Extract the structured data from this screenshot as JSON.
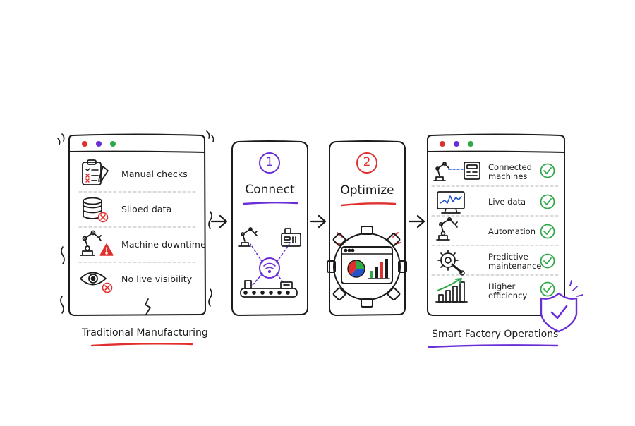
{
  "colors": {
    "ink": "#1b1b1b",
    "red": "#e0302e",
    "purple": "#6a2ed6",
    "green": "#2fa84a",
    "blue": "#2453c9",
    "amber": "#f0a020"
  },
  "traditional": {
    "items": [
      {
        "label": "Manual checks",
        "icon": "clipboard-checklist-icon"
      },
      {
        "label": "Siloed data",
        "icon": "database-error-icon"
      },
      {
        "label": "Machine downtime",
        "icon": "robot-arm-warning-icon"
      },
      {
        "label": "No live visibility",
        "icon": "eye-error-icon"
      }
    ],
    "caption": "Traditional Manufacturing"
  },
  "steps": [
    {
      "number": "1",
      "title": "Connect",
      "color": "#6a2ed6"
    },
    {
      "number": "2",
      "title": "Optimize",
      "color": "#e0302e"
    }
  ],
  "smart": {
    "items": [
      {
        "label": "Connected machines",
        "line1": "Connected",
        "line2": "machines",
        "icon": "connected-machines-icon"
      },
      {
        "label": "Live data",
        "icon": "live-chart-monitor-icon"
      },
      {
        "label": "Automation",
        "icon": "robot-arm-icon"
      },
      {
        "label": "Predictive maintenance",
        "line1": "Predictive",
        "line2": "maintenance",
        "icon": "gear-wrench-icon"
      },
      {
        "label": "Higher efficiency",
        "line1": "Higher",
        "line2": "efficiency",
        "icon": "growth-bars-icon"
      }
    ],
    "caption": "Smart Factory Operations"
  }
}
